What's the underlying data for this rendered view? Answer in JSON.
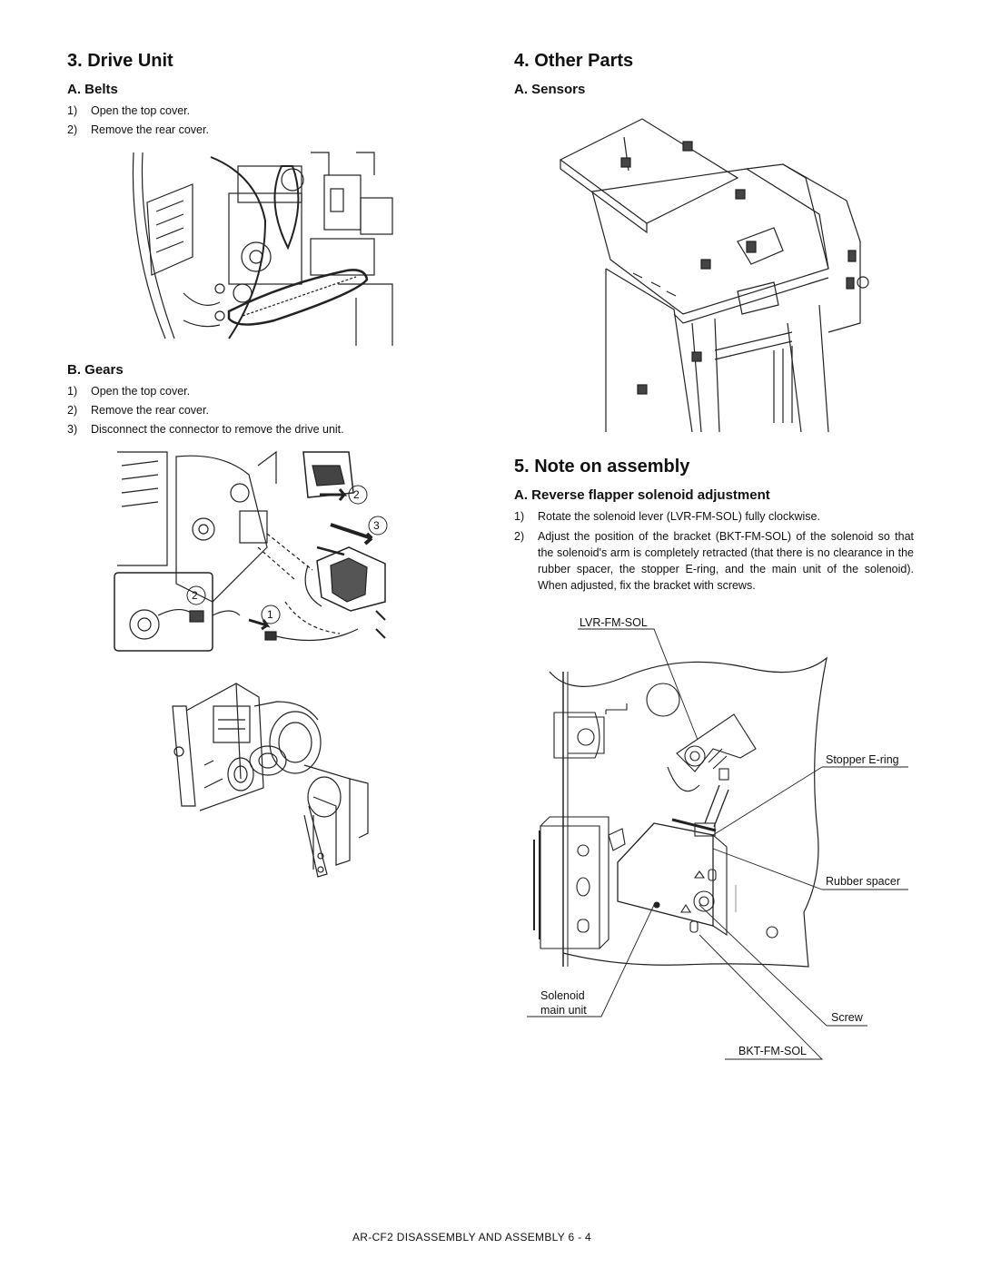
{
  "left": {
    "section_title": "3.  Drive Unit",
    "belts": {
      "title": "A.  Belts",
      "steps": [
        {
          "num": "1)",
          "text": "Open the top cover."
        },
        {
          "num": "2)",
          "text": "Remove the rear cover."
        }
      ]
    },
    "gears": {
      "title": "B.  Gears",
      "steps": [
        {
          "num": "1)",
          "text": "Open the top cover."
        },
        {
          "num": "2)",
          "text": "Remove the rear cover."
        },
        {
          "num": "3)",
          "text": "Disconnect the connector to remove the drive unit."
        }
      ],
      "callouts": [
        "2",
        "3",
        "2",
        "1"
      ]
    }
  },
  "right": {
    "section_title": "4.  Other Parts",
    "sensors": {
      "title": "A.  Sensors"
    },
    "assembly": {
      "section_title": "5.  Note on assembly",
      "subtitle": "A.  Reverse flapper solenoid adjustment",
      "steps": [
        {
          "num": "1)",
          "text": "Rotate the solenoid lever (LVR-FM-SOL) fully clockwise."
        },
        {
          "num": "2)",
          "text": "Adjust the position of the bracket (BKT-FM-SOL) of the solenoid so that the solenoid's arm is completely retracted (that there is no clearance in the rubber spacer, the stopper E-ring, and the main unit of the solenoid).  When adjusted, fix the bracket with screws."
        }
      ],
      "labels": {
        "lever": "LVR-FM-SOL",
        "stopper": "Stopper E-ring",
        "spacer": "Rubber spacer",
        "solenoid_line1": "Solenoid",
        "solenoid_line2": "main unit",
        "screw": "Screw",
        "bracket": "BKT-FM-SOL"
      }
    }
  },
  "footer": "AR-CF2  DISASSEMBLY AND ASSEMBLY  6 - 4"
}
